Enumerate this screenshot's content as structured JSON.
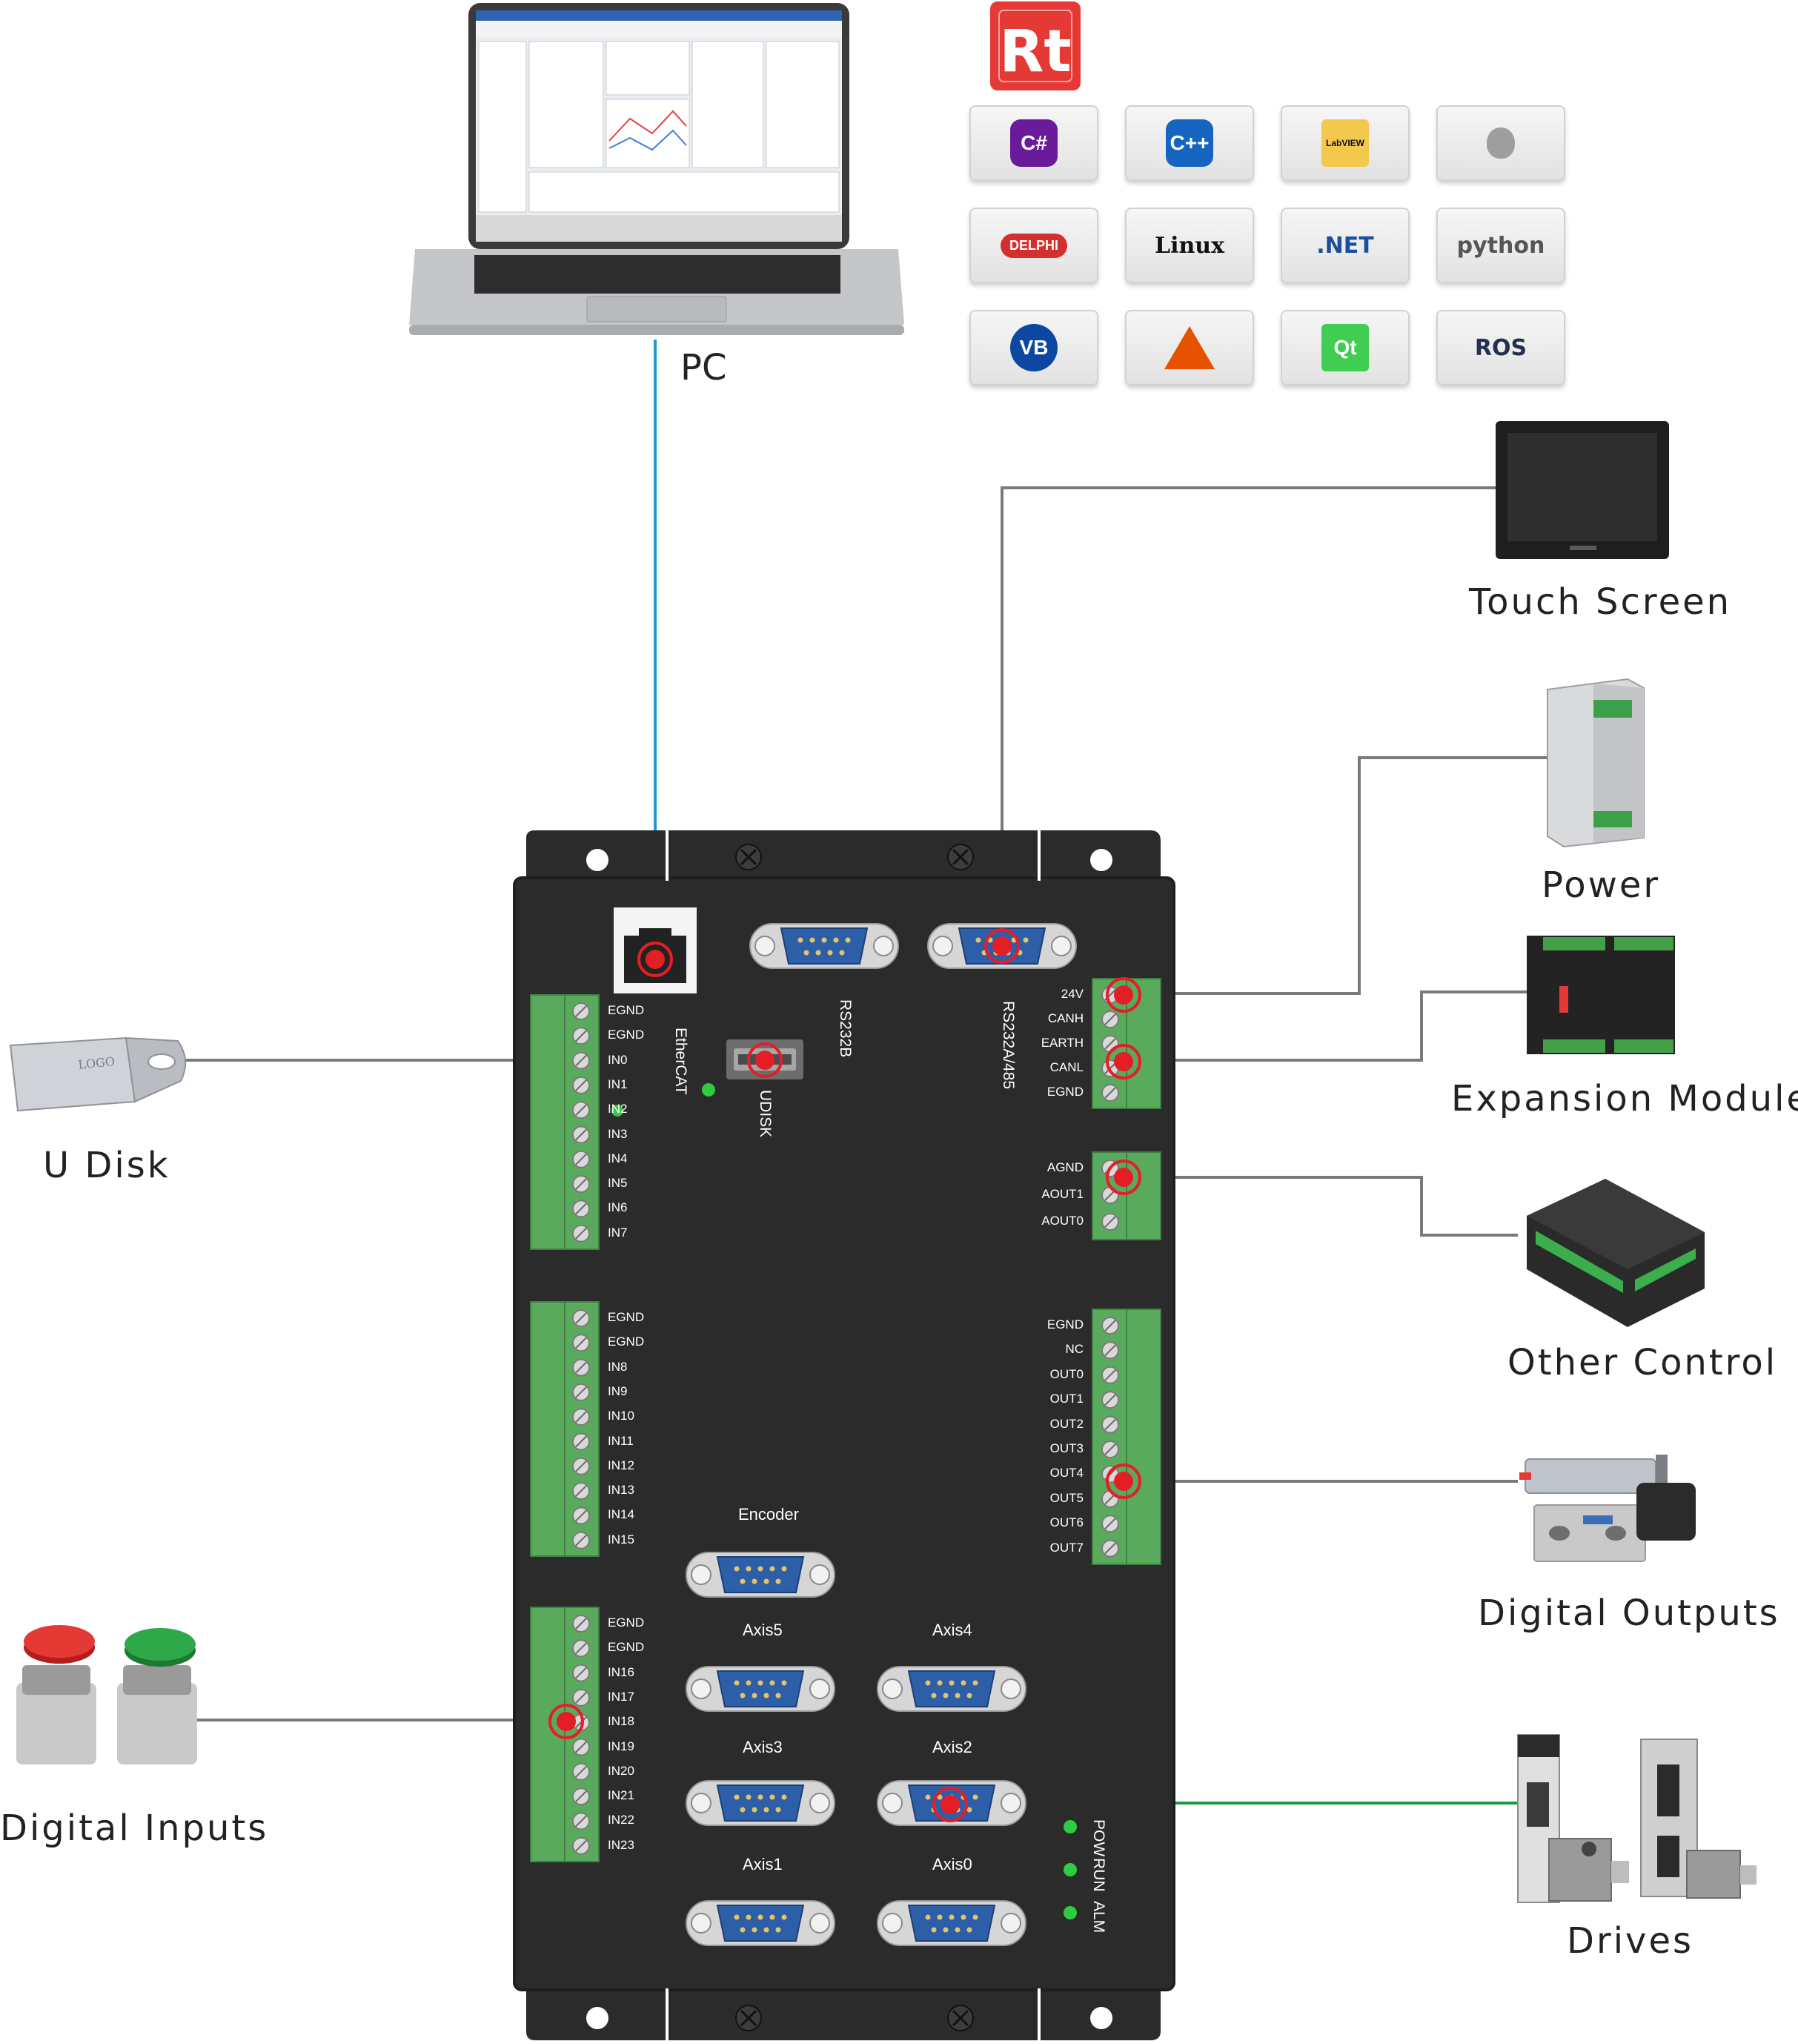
{
  "labels": {
    "pc": "PC",
    "touch_screen": "Touch Screen",
    "power": "Power",
    "expansion_module": "Expansion  Module",
    "other_control": "Other  Control",
    "digital_outputs": "Digital  Outputs",
    "drives": "Drives",
    "u_disk": "U Disk",
    "digital_inputs": "Digital Inputs"
  },
  "software_tiles": [
    {
      "name": "C#",
      "icon": "csharp-icon"
    },
    {
      "name": "C++",
      "icon": "cplusplus-icon"
    },
    {
      "name": "LabVIEW",
      "icon": "labview-icon"
    },
    {
      "name": "",
      "icon": "apple-icon"
    },
    {
      "name": "DELPHI",
      "icon": "delphi-icon"
    },
    {
      "name": "Linux",
      "icon": "linux-icon"
    },
    {
      "name": ".NET",
      "icon": "dotnet-icon"
    },
    {
      "name": "python",
      "icon": "python-icon"
    },
    {
      "name": "VB",
      "icon": "vb-icon"
    },
    {
      "name": "",
      "icon": "matlab-icon"
    },
    {
      "name": "Qt",
      "icon": "qt-icon"
    },
    {
      "name": "ROS",
      "icon": "ros-icon"
    }
  ],
  "brand": {
    "logo_text": "Rt",
    "color": "#e53935"
  },
  "ports": {
    "ethercat": "EtherCAT",
    "rs232b": "RS232B",
    "rs232a485": "RS232A/485",
    "udisk": "UDISK",
    "encoder": "Encoder",
    "axis5": "Axis5",
    "axis4": "Axis4",
    "axis3": "Axis3",
    "axis2": "Axis2",
    "axis1": "Axis1",
    "axis0": "Axis0"
  },
  "leds": {
    "pow": "POW",
    "run": "RUN",
    "alm": "ALM"
  },
  "terminals": {
    "block1": [
      "EGND",
      "EGND",
      "IN0",
      "IN1",
      "IN2",
      "IN3",
      "IN4",
      "IN5",
      "IN6",
      "IN7"
    ],
    "block2": [
      "EGND",
      "EGND",
      "IN8",
      "IN9",
      "IN10",
      "IN11",
      "IN12",
      "IN13",
      "IN14",
      "IN15"
    ],
    "block3": [
      "EGND",
      "EGND",
      "IN16",
      "IN17",
      "IN18",
      "IN19",
      "IN20",
      "IN21",
      "IN22",
      "IN23"
    ],
    "power": [
      "24V",
      "CANH",
      "EARTH",
      "CANL",
      "EGND"
    ],
    "analog": [
      "AGND",
      "AOUT1",
      "AOUT0"
    ],
    "outputs": [
      "EGND",
      "NC",
      "OUT0",
      "OUT1",
      "OUT2",
      "OUT3",
      "OUT4",
      "OUT5",
      "OUT6",
      "OUT7"
    ]
  },
  "usb_stick": {
    "logo": "LOGO"
  },
  "colors": {
    "board": "#2b2b2b",
    "terminal_green": "#5aaa5e",
    "port_blue": "#2d5fa8",
    "pc_line": "#1e9ad6",
    "gray_line": "#7a7a7a",
    "drives_line": "#1f9a3c",
    "marker_red": "#e41e26"
  }
}
